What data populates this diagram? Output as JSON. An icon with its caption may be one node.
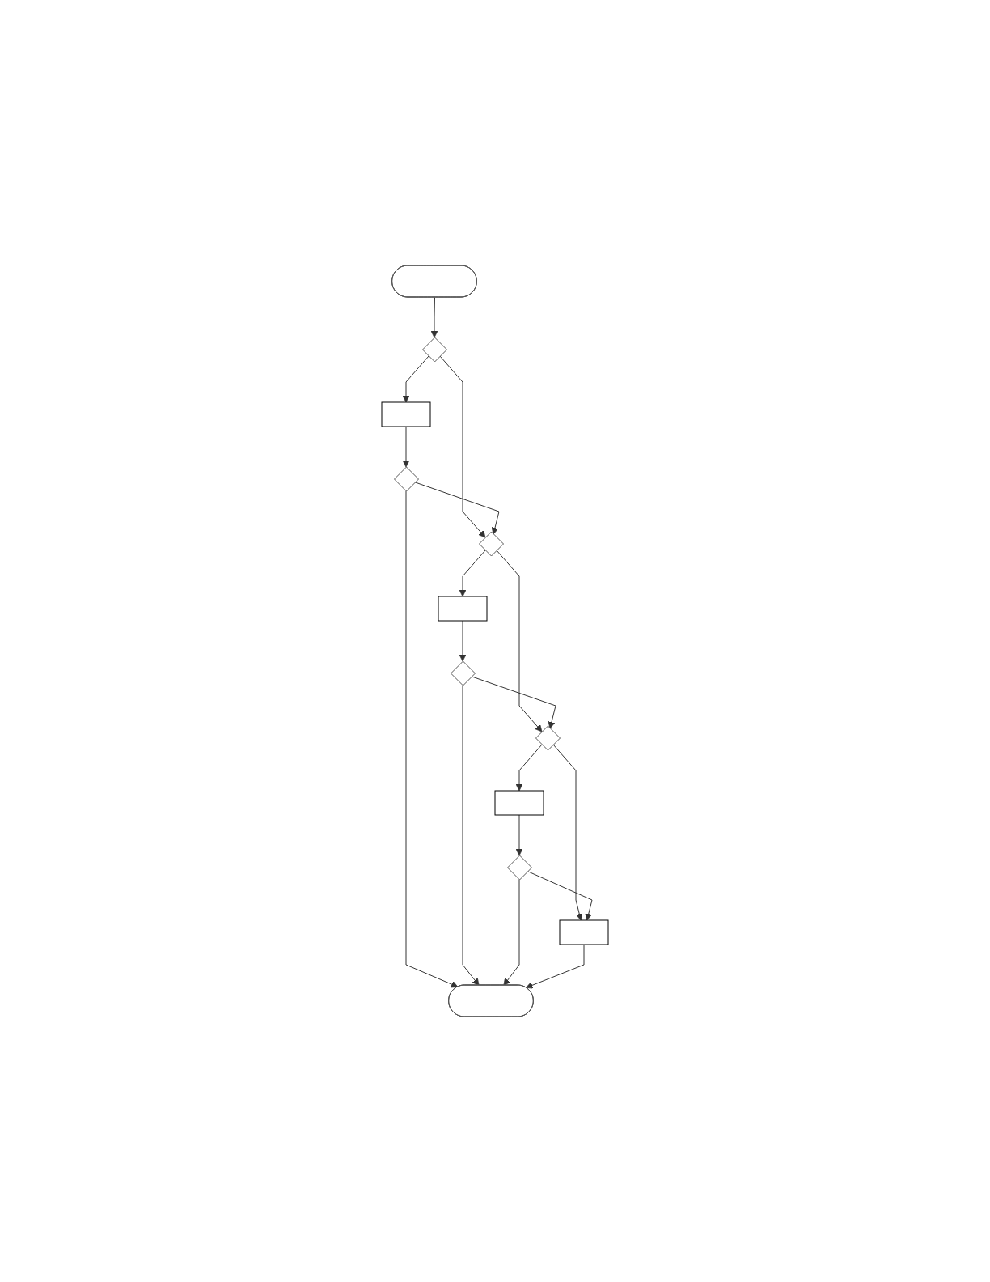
{
  "diagram": {
    "nodes": [
      {
        "text": [],
        "shape": "stadium"
      },
      {
        "text": [],
        "shape": "diamond"
      },
      {
        "text": [],
        "shape": "box"
      },
      {
        "text": [],
        "shape": "diamond"
      },
      {
        "text": [],
        "shape": "diamond"
      },
      {
        "text": [],
        "shape": "box"
      },
      {
        "text": [],
        "shape": "diamond"
      },
      {
        "text": [],
        "shape": "diamond"
      },
      {
        "text": [],
        "shape": "box"
      },
      {
        "text": [],
        "shape": "diamond"
      },
      {
        "text": [],
        "shape": "box"
      },
      {
        "text": [],
        "shape": "stadium"
      }
    ],
    "edges": [
      {
        "from": 0,
        "to": 1,
        "arrow": "to"
      },
      {
        "from": 1,
        "to": 2,
        "arrow": "to"
      },
      {
        "from": 1,
        "to": 4,
        "arrow": "to"
      },
      {
        "from": 2,
        "to": 3,
        "arrow": "to"
      },
      {
        "from": 3,
        "to": 4,
        "arrow": "to"
      },
      {
        "from": 3,
        "to": 11,
        "arrow": "to"
      },
      {
        "from": 4,
        "to": 5,
        "arrow": "to"
      },
      {
        "from": 4,
        "to": 7,
        "arrow": "to"
      },
      {
        "from": 5,
        "to": 6,
        "arrow": "to"
      },
      {
        "from": 6,
        "to": 7,
        "arrow": "to"
      },
      {
        "from": 6,
        "to": 11,
        "arrow": "to"
      },
      {
        "from": 7,
        "to": 8,
        "arrow": "to"
      },
      {
        "from": 7,
        "to": 10,
        "arrow": "to"
      },
      {
        "from": 8,
        "to": 9,
        "arrow": "to"
      },
      {
        "from": 9,
        "to": 10,
        "arrow": "to"
      },
      {
        "from": 9,
        "to": 11,
        "arrow": "to"
      },
      {
        "from": 10,
        "to": 11,
        "arrow": "to"
      }
    ]
  }
}
